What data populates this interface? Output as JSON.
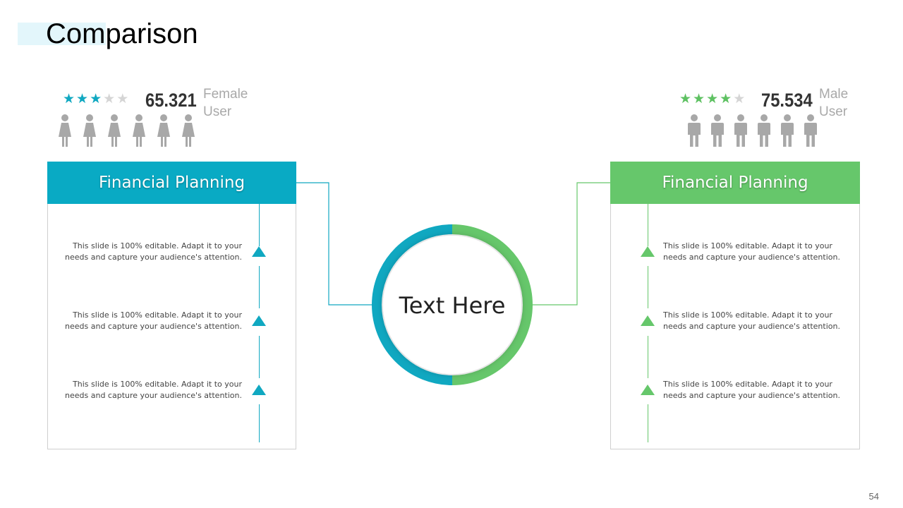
{
  "title": "Comparison",
  "colors": {
    "teal": "#09aac4",
    "green": "#66c76b"
  },
  "left": {
    "rating": 3,
    "rating_max": 5,
    "value": "65.321",
    "label_line1": "Female",
    "label_line2": "User",
    "icon": "female-person-icon",
    "icon_count": 6,
    "header": "Financial Planning",
    "items": [
      {
        "line1": "This slide is 100% editable. Adapt it to your",
        "line2": "needs and capture your audience's attention."
      },
      {
        "line1": "This slide is 100% editable. Adapt it to your",
        "line2": "needs and capture your audience's attention."
      },
      {
        "line1": "This slide is 100% editable. Adapt it to your",
        "line2": "needs and capture your audience's attention."
      }
    ]
  },
  "right": {
    "rating": 4,
    "rating_max": 5,
    "value": "75.534",
    "label_line1": "Male",
    "label_line2": "User",
    "icon": "male-person-icon",
    "icon_count": 6,
    "header": "Financial Planning",
    "items": [
      {
        "line1": "This slide is 100% editable. Adapt it to your",
        "line2": "needs and capture your audience's attention."
      },
      {
        "line1": "This slide is 100% editable. Adapt it to your",
        "line2": "needs and capture your audience's attention."
      },
      {
        "line1": "This slide is 100% editable. Adapt it to your",
        "line2": "needs and capture your audience's attention."
      }
    ]
  },
  "center_text": "Text Here",
  "page_number": "54"
}
